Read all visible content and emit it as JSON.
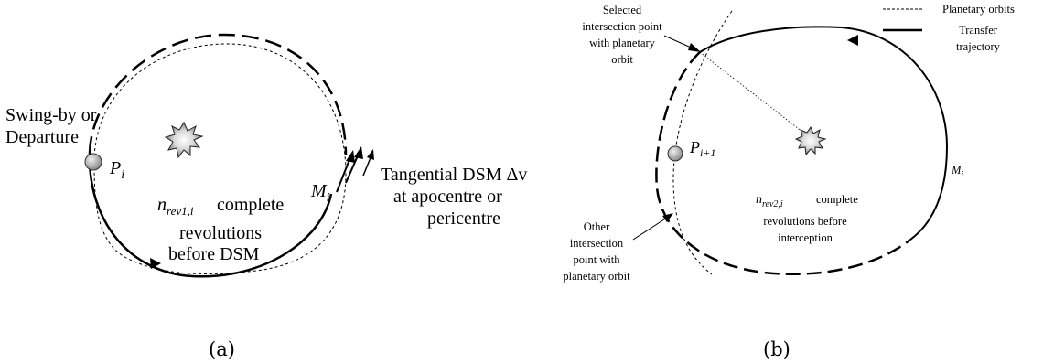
{
  "panel_a": {
    "caption": "(a)",
    "swingby_line1": "Swing-by or",
    "swingby_line2": "Departure",
    "planet": {
      "letter": "P",
      "sub": "i"
    },
    "dsm_point": {
      "letter": "M",
      "sub": "i"
    },
    "revolutions": {
      "n": "n",
      "n_sub": "rev1,i",
      "line1": "complete",
      "line2": "revolutions",
      "line3": "before DSM"
    },
    "dsm_note": {
      "line1": "Tangential DSM Δv",
      "line2": "at apocentre or",
      "line3": "pericentre"
    }
  },
  "panel_b": {
    "caption": "(b)",
    "legend": {
      "planetary": "Planetary orbits",
      "transfer_line1": "Transfer",
      "transfer_line2": "trajectory"
    },
    "selected_note": {
      "line1": "Selected",
      "line2": "intersection point",
      "line3": "with planetary",
      "line4": "orbit"
    },
    "other_note": {
      "line1": "Other",
      "line2": "intersection",
      "line3": "point with",
      "line4": "planetary orbit"
    },
    "planet": {
      "letter": "P",
      "sub": "i+1"
    },
    "dsm_point": {
      "letter": "M",
      "sub": "i"
    },
    "revolutions": {
      "n": "n",
      "n_sub": "rev2,i",
      "line1": "complete",
      "line2": "revolutions before",
      "line3": "interception"
    }
  },
  "colors": {
    "ink": "#000000",
    "sun_gradient_center": "#ffffff",
    "sun_gradient_edge": "#808080",
    "planet_fill": "#b8b8b8"
  },
  "icons": [
    "sun-icon",
    "planet-icon",
    "arrow-icon"
  ]
}
